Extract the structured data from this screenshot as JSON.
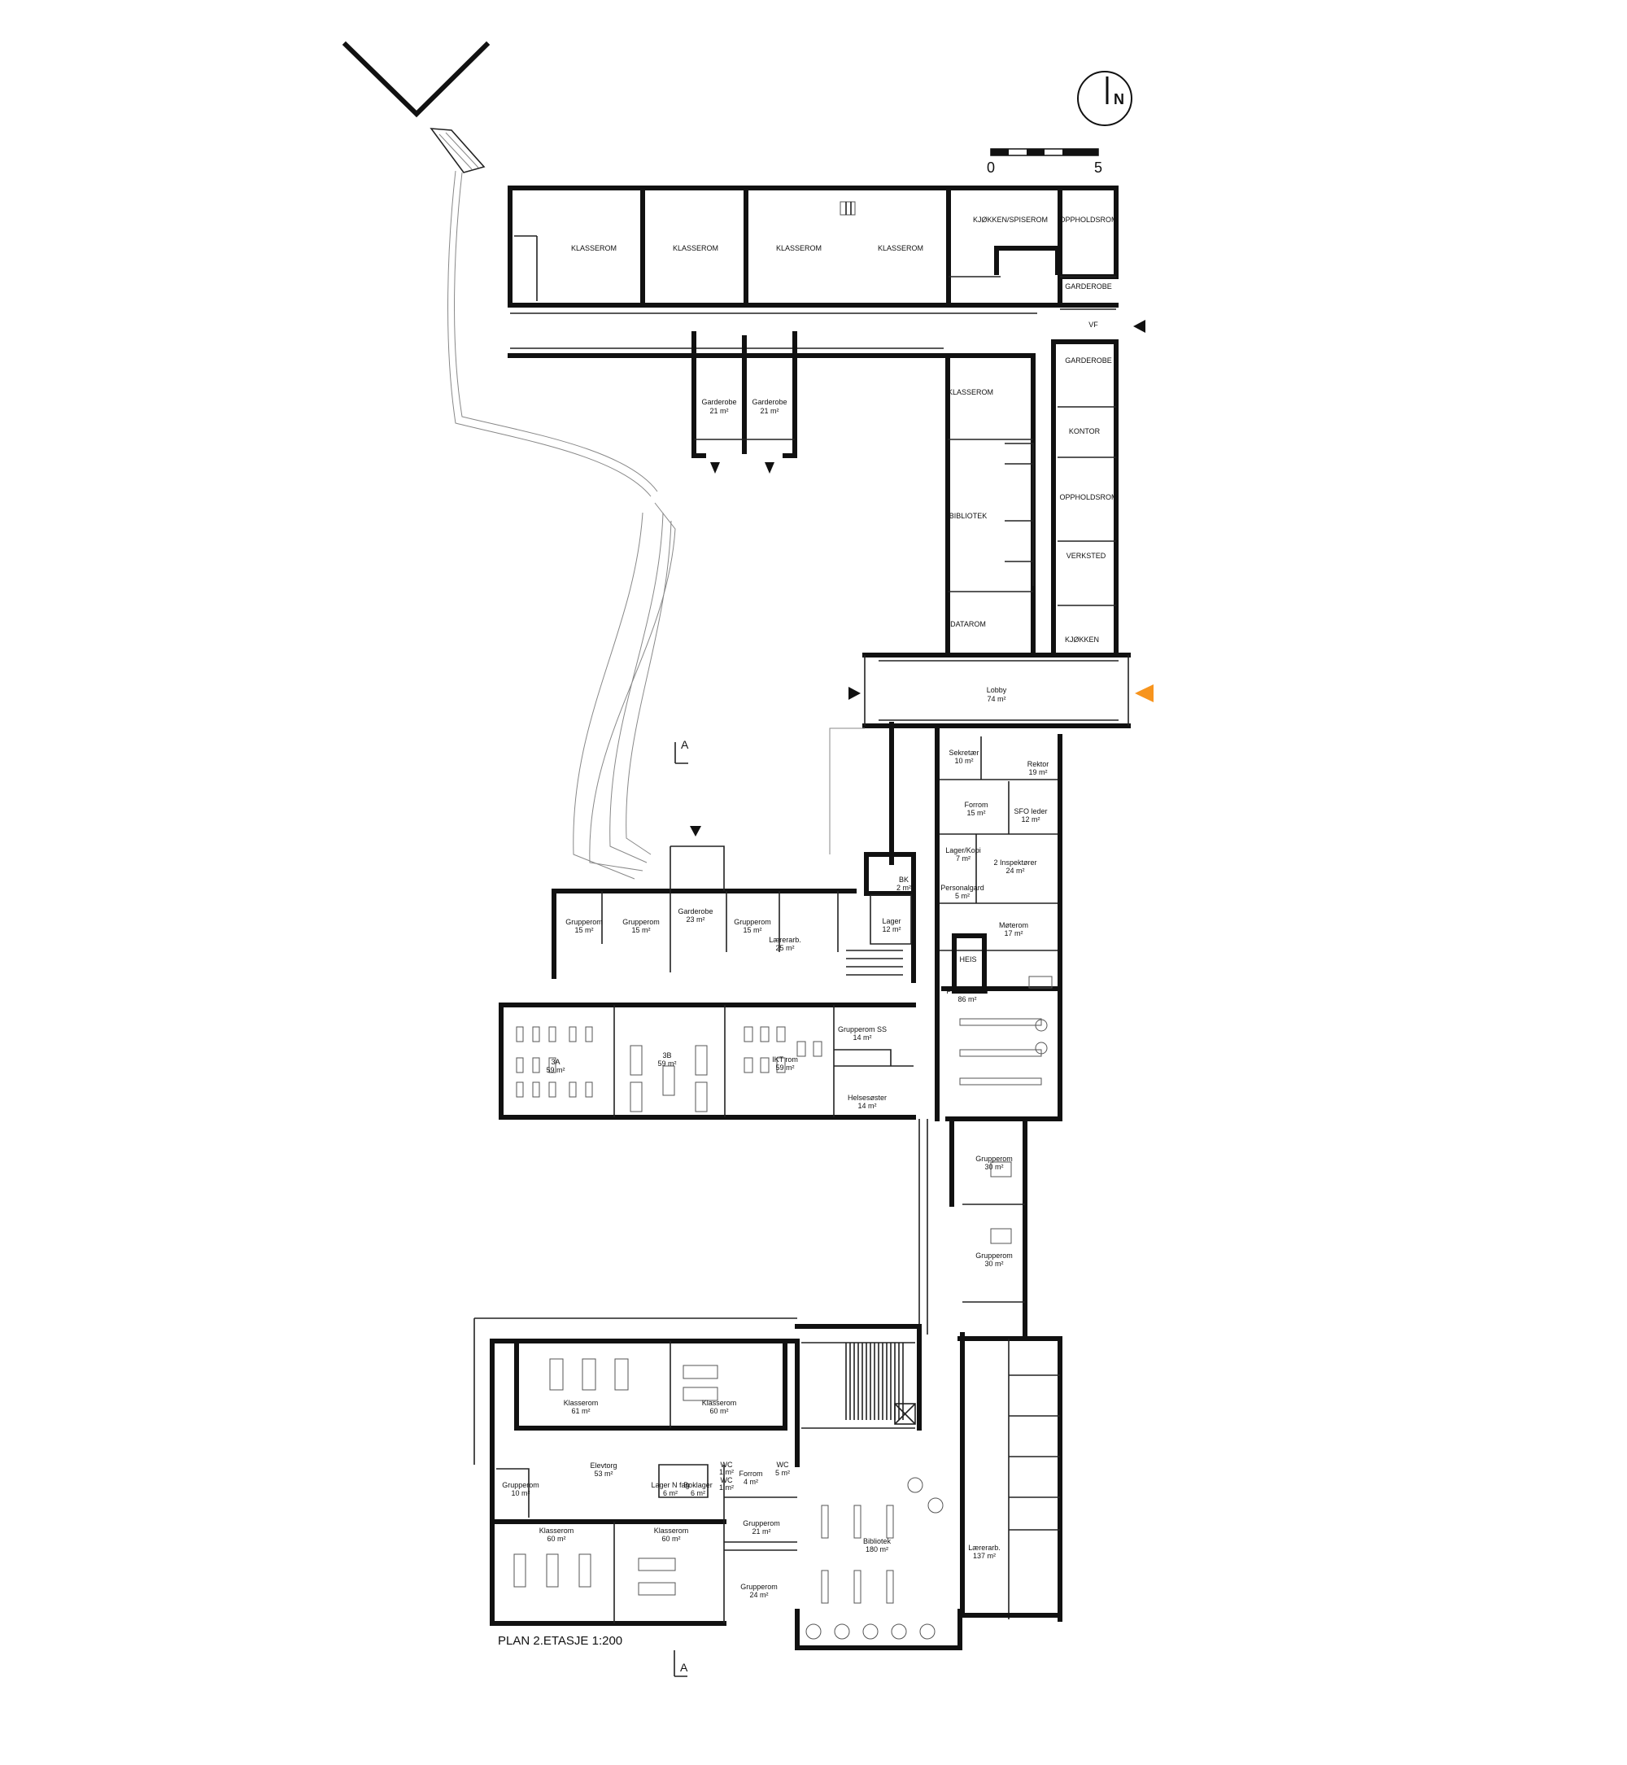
{
  "title": "PLAN 2.ETASJE 1:200",
  "north_label": "N",
  "scale_labels": [
    "0",
    "5"
  ],
  "section_label": "A",
  "entrance_accent_color": "#f7941d",
  "rooms": {
    "klasserom1": {
      "name": "KLASSEROM"
    },
    "klasserom2": {
      "name": "KLASSEROM"
    },
    "klasserom3": {
      "name": "KLASSEROM"
    },
    "klasserom4": {
      "name": "KLASSEROM"
    },
    "kjokken_spiserom": {
      "name": "KJØKKEN/SPISEROM"
    },
    "oppholdsrom1": {
      "name": "OPPHOLDSROM"
    },
    "garderobe_n1": {
      "name": "GARDEROBE"
    },
    "vf": {
      "name": "VF"
    },
    "garderobe_n2": {
      "name": "GARDEROBE"
    },
    "garderobe_a": {
      "name": "Garderobe",
      "area": "21 m²"
    },
    "garderobe_b": {
      "name": "Garderobe",
      "area": "21 m²"
    },
    "klasserom5": {
      "name": "KLASSEROM"
    },
    "kontor": {
      "name": "KONTOR"
    },
    "oppholdsrom2": {
      "name": "OPPHOLDSROM"
    },
    "bibliotek": {
      "name": "BIBLIOTEK"
    },
    "verksted": {
      "name": "VERKSTED"
    },
    "datarom": {
      "name": "DATAROM"
    },
    "kjokken": {
      "name": "KJØKKEN"
    },
    "lobby": {
      "name": "Lobby",
      "area": "74 m²"
    },
    "sekretaer": {
      "name": "Sekretær",
      "area": "10 m²"
    },
    "rektor": {
      "name": "Rektor",
      "area": "19 m²"
    },
    "forrom1": {
      "name": "Forrom",
      "area": "15 m²"
    },
    "sfo_leder": {
      "name": "SFO leder",
      "area": "12 m²"
    },
    "lager_kopi": {
      "name": "Lager/Kopi",
      "area": "7 m²"
    },
    "inspektorer": {
      "name": "2 Inspektører",
      "area": "24 m²"
    },
    "personalgard": {
      "name": "Personalgard",
      "area": "5 m²"
    },
    "bk": {
      "name": "BK",
      "area": "2 m²"
    },
    "lager12": {
      "name": "Lager",
      "area": "12 m²"
    },
    "moterom": {
      "name": "Møterom",
      "area": "17 m²"
    },
    "heis": {
      "name": "HEIS"
    },
    "grupperom_a": {
      "name": "Grupperom",
      "area": "15 m²"
    },
    "grupperom_b": {
      "name": "Grupperom",
      "area": "15 m²"
    },
    "garderobe_c": {
      "name": "Garderobe",
      "area": "23 m²"
    },
    "grupperom_c": {
      "name": "Grupperom",
      "area": "15 m²"
    },
    "laererarb1": {
      "name": "Lærerarb.",
      "area": "25 m²"
    },
    "personalrom": {
      "name": "Personalrom",
      "area": "86 m²"
    },
    "rom3a": {
      "name": "3A",
      "area": "59 m²"
    },
    "rom3b": {
      "name": "3B",
      "area": "59 m²"
    },
    "ikt": {
      "name": "IKT rom",
      "area": "59 m²"
    },
    "grupperom_ss": {
      "name": "Grupperom SS",
      "area": "14 m²"
    },
    "helsesoster": {
      "name": "Helsesøster",
      "area": "14 m²"
    },
    "grupperom_d": {
      "name": "Grupperom",
      "area": "30 m²"
    },
    "grupperom_e": {
      "name": "Grupperom",
      "area": "30 m²"
    },
    "klasserom61": {
      "name": "Klasserom",
      "area": "61 m²"
    },
    "klasserom60a": {
      "name": "Klasserom",
      "area": "60 m²"
    },
    "elevtorg": {
      "name": "Elevtorg",
      "area": "53 m²"
    },
    "lager_n_fag": {
      "name": "Lager N fag",
      "area": "6 m²"
    },
    "boklager": {
      "name": "Boklager",
      "area": "6 m²"
    },
    "wc1": {
      "name": "WC",
      "area": "1 m²"
    },
    "wc2": {
      "name": "WC",
      "area": "1 m²"
    },
    "forrom2": {
      "name": "Forrom",
      "area": "4 m²"
    },
    "wc3": {
      "name": "WC",
      "area": "5 m²"
    },
    "grupperom_f": {
      "name": "Grupperom",
      "area": "10 m²"
    },
    "klasserom60b": {
      "name": "Klasserom",
      "area": "60 m²"
    },
    "klasserom60c": {
      "name": "Klasserom",
      "area": "60 m²"
    },
    "grupperom_g": {
      "name": "Grupperom",
      "area": "21 m²"
    },
    "grupperom_h": {
      "name": "Grupperom",
      "area": "24 m²"
    },
    "bibliotek2": {
      "name": "Bibliotek",
      "area": "180 m²"
    },
    "laererarb2": {
      "name": "Lærerarb.",
      "area": "137 m²"
    }
  }
}
